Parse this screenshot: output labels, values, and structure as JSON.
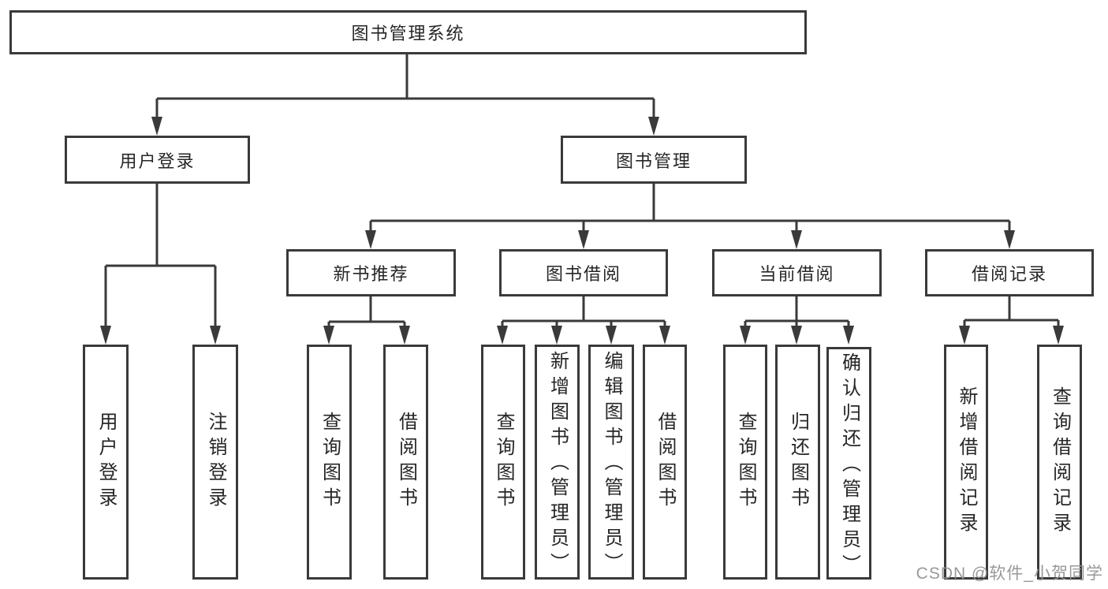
{
  "diagram": {
    "title": "图书管理系统",
    "watermark": "CSDN @软件_小贺同学",
    "colors": {
      "line": "#3a3a3a",
      "box_border": "#3a3a3a",
      "text": "#262626",
      "watermark": "#949494",
      "background": "#ffffff"
    },
    "nodes": {
      "root": "图书管理系统",
      "level2": {
        "user_login": "用户登录",
        "book_mgmt": "图书管理"
      },
      "level3": {
        "new_book": "新书推荐",
        "book_borrow": "图书借阅",
        "current_borrow": "当前借阅",
        "borrow_record": "借阅记录"
      },
      "leaves": {
        "user_login_1": "用户登录",
        "user_login_2": "注销登录",
        "new_book_1": "查询图书",
        "new_book_2": "借阅图书",
        "book_borrow_1": "查询图书",
        "book_borrow_2": "新增图书（管理员）",
        "book_borrow_3": "编辑图书（管理员）",
        "book_borrow_4": "借阅图书",
        "current_borrow_1": "查询图书",
        "current_borrow_2": "归还图书",
        "current_borrow_3": "确认归还（管理员）",
        "borrow_record_1": "新增借阅记录",
        "borrow_record_2": "查询借阅记录"
      }
    },
    "tree": {
      "图书管理系统": {
        "用户登录": [
          "用户登录",
          "注销登录"
        ],
        "图书管理": {
          "新书推荐": [
            "查询图书",
            "借阅图书"
          ],
          "图书借阅": [
            "查询图书",
            "新增图书（管理员）",
            "编辑图书（管理员）",
            "借阅图书"
          ],
          "当前借阅": [
            "查询图书",
            "归还图书",
            "确认归还（管理员）"
          ],
          "借阅记录": [
            "新增借阅记录",
            "查询借阅记录"
          ]
        }
      }
    }
  }
}
